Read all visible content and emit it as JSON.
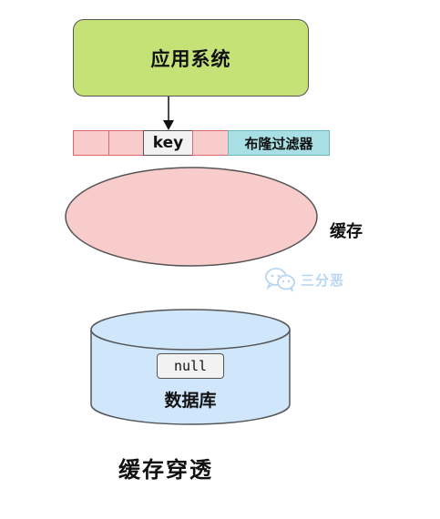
{
  "diagram": {
    "app_system": {
      "label": "应用系统"
    },
    "bloom_filter": {
      "key_label": "key",
      "label": "布隆过滤器",
      "bit_count": 4
    },
    "cache": {
      "label": "缓存"
    },
    "watermark": {
      "text": "三分恶",
      "icon": "wechat-icon"
    },
    "database": {
      "label": "数据库",
      "null_label": "null"
    },
    "caption": "缓存穿透",
    "colors": {
      "app_fill": "#c5e277",
      "bit_fill": "#f8cccb",
      "bloom_label_fill": "#a8dfe4",
      "cache_fill": "#f8cccb",
      "database_fill": "#cfe6fb",
      "watermark": "#7fb6e8"
    }
  }
}
